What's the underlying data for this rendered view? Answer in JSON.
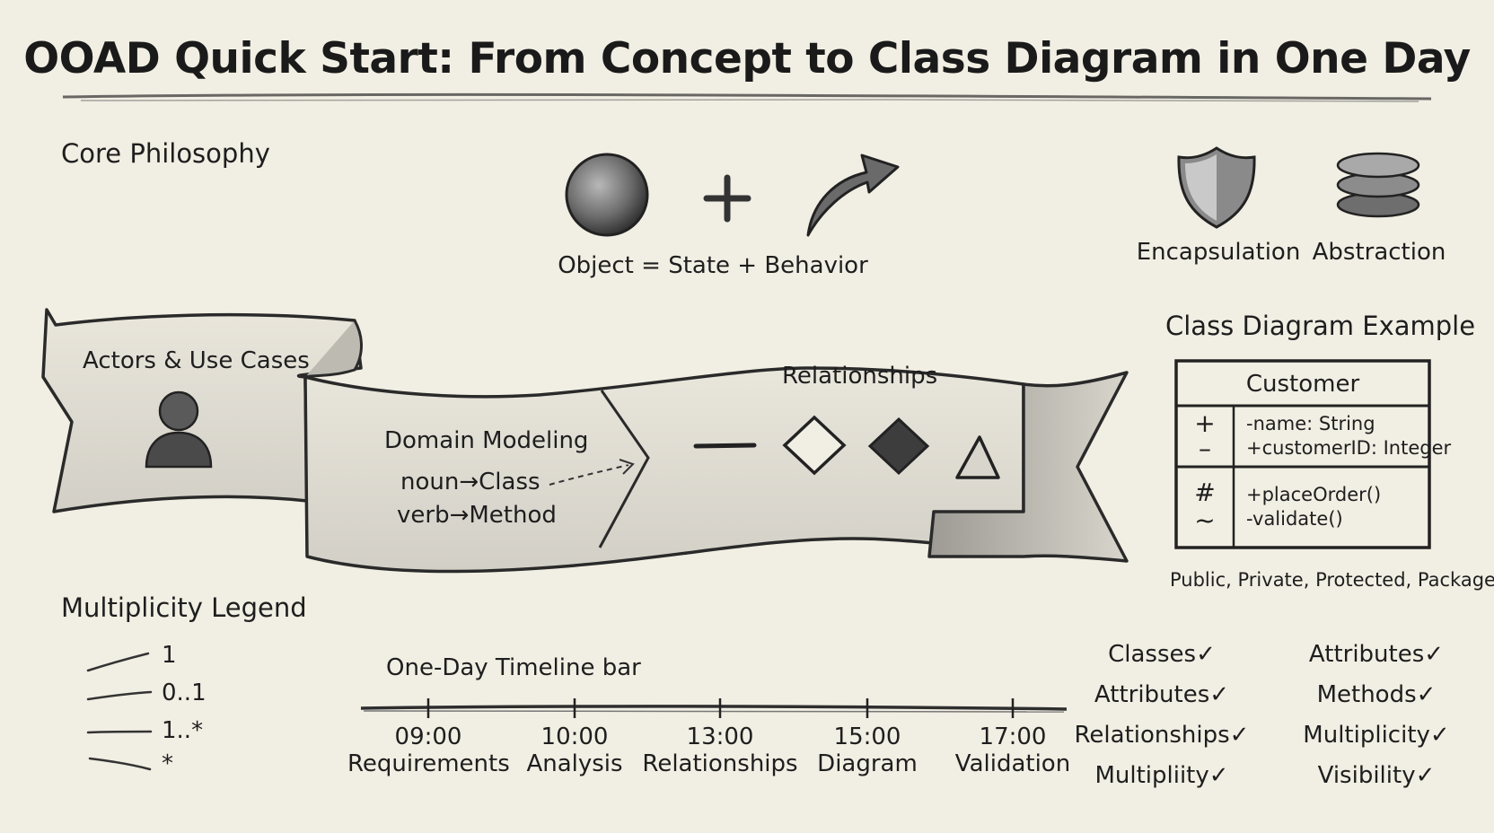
{
  "title": "OOAD Quick Start: From Concept to Class Diagram in One Day",
  "core_philosophy": {
    "heading": "Core Philosophy",
    "equation": "Object = State + Behavior",
    "principles": [
      "Encapsulation",
      "Abstraction"
    ],
    "icons": [
      "circle-object-icon",
      "plus-icon",
      "curved-arrow-icon",
      "shield-icon",
      "stacked-discs-icon"
    ]
  },
  "banner": {
    "actors_heading": "Actors & Use Cases",
    "domain_heading": "Domain Modeling",
    "domain_lines": [
      "noun→Class",
      "verb→Method"
    ],
    "relationships_heading": "Relationships",
    "relationship_icons": [
      "association-line-icon",
      "aggregation-diamond-icon",
      "composition-diamond-icon",
      "inheritance-triangle-icon"
    ]
  },
  "class_diagram": {
    "heading": "Class Diagram Example",
    "class_name": "Customer",
    "attribute_symbols": [
      "+",
      "–"
    ],
    "attributes": [
      "-name: String",
      "+customerID: Integer"
    ],
    "method_symbols": [
      "#",
      "~"
    ],
    "methods": [
      "+placeOrder()",
      "-validate()"
    ],
    "visibility_caption": "Public, Private, Protected, Package"
  },
  "multiplicity": {
    "heading": "Multiplicity Legend",
    "items": [
      "1",
      "0..1",
      "1..*",
      "*"
    ]
  },
  "timeline": {
    "heading": "One-Day Timeline bar",
    "points": [
      {
        "time": "09:00",
        "label": "Requirements"
      },
      {
        "time": "10:00",
        "label": "Analysis"
      },
      {
        "time": "13:00",
        "label": "Relationships"
      },
      {
        "time": "15:00",
        "label": "Diagram"
      },
      {
        "time": "17:00",
        "label": "Validation"
      }
    ]
  },
  "checklist": {
    "left": [
      "Classes",
      "Attributes",
      "Relationships",
      "Multipliity"
    ],
    "right": [
      "Attributes",
      "Methods",
      "Multiplicity",
      "Visibility"
    ],
    "check_glyph": "✓"
  }
}
